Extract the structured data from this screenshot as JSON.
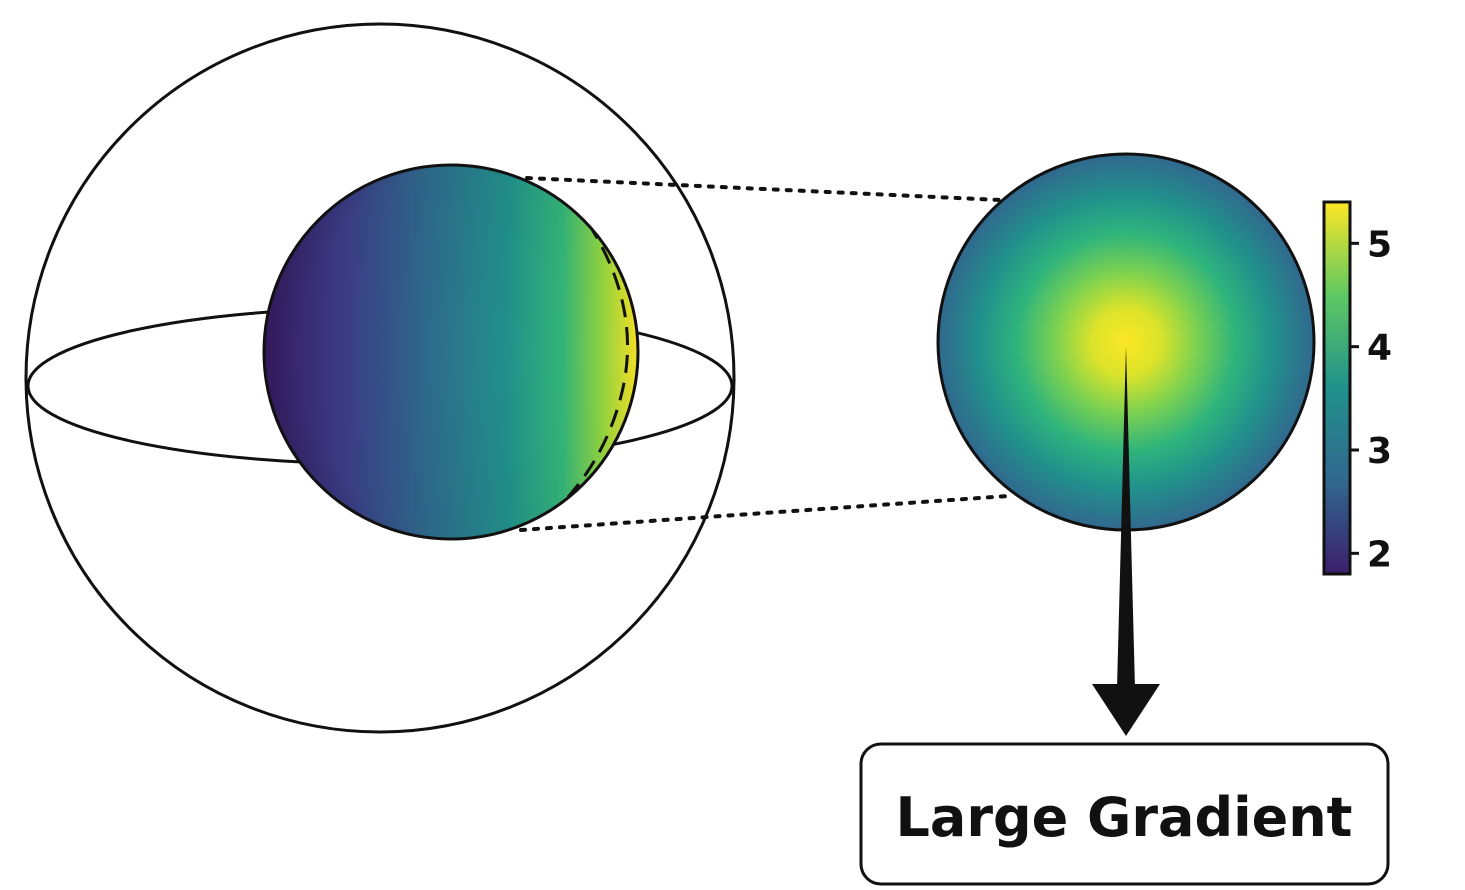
{
  "colors": {
    "background": "#ffffff",
    "outline": "#111111",
    "viridis_low": "#3b1f6b",
    "viridis_mid": "#21918c",
    "viridis_high": "#fde725"
  },
  "outer_sphere": {
    "icon": "wireframe-sphere"
  },
  "inner_sphere": {
    "shading": "viridis gradient, yellow on right edge"
  },
  "detail_disc": {
    "shading": "radial viridis gradient, yellow at center"
  },
  "colorbar": {
    "ticks": [
      "5",
      "4",
      "3",
      "2"
    ],
    "min": 1.8,
    "max": 5.4
  },
  "callout": {
    "label": "Large Gradient"
  }
}
